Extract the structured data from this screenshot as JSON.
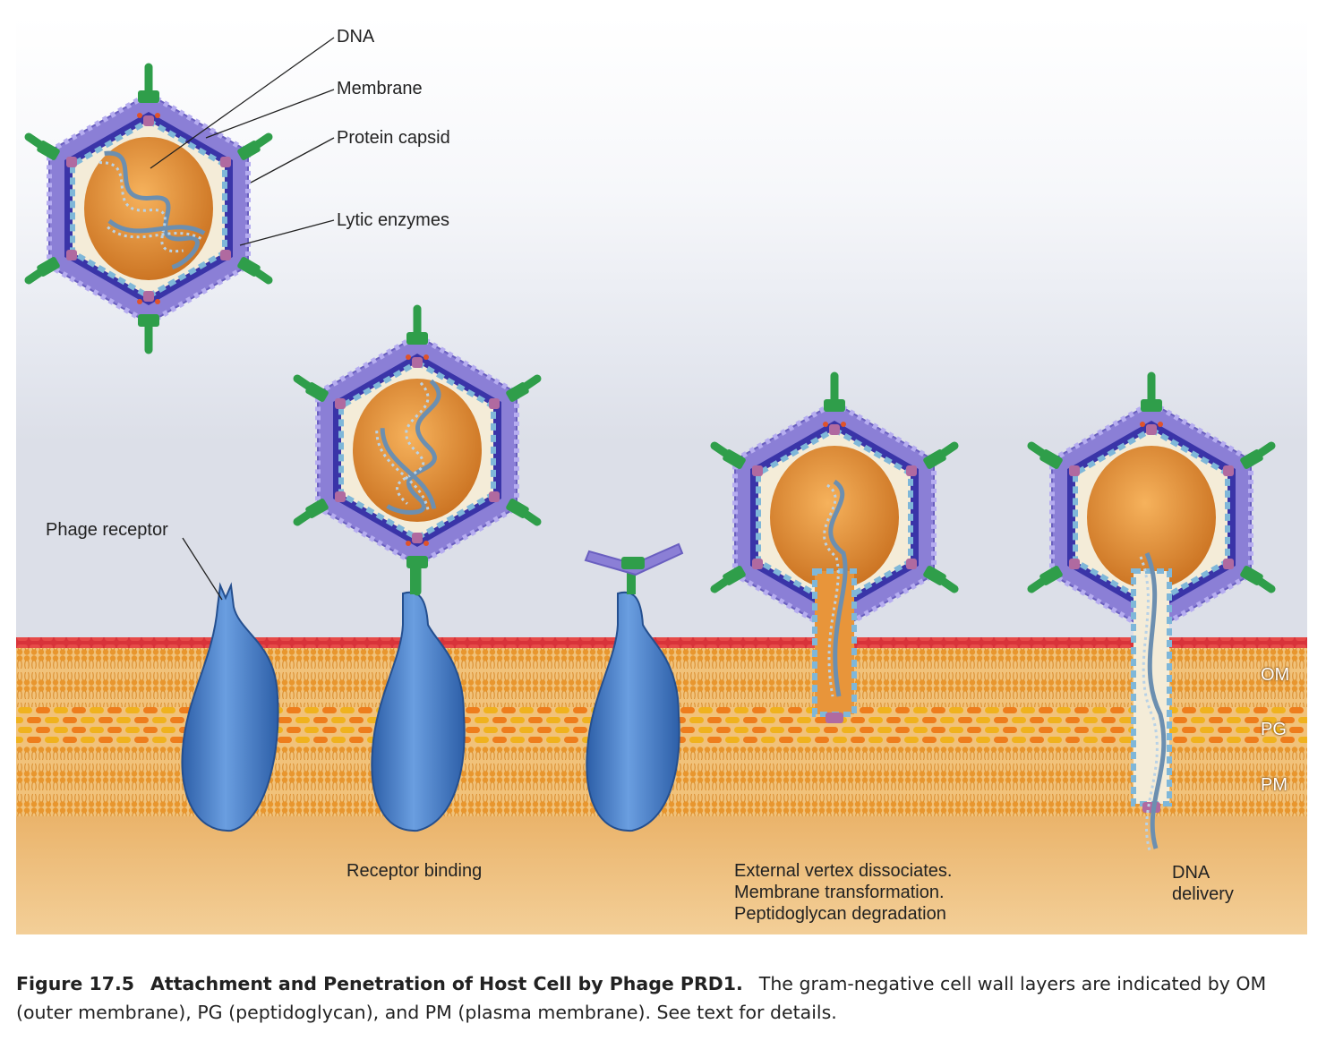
{
  "labels": {
    "dna": "DNA",
    "membrane": "Membrane",
    "protein_capsid": "Protein capsid",
    "lytic_enzymes": "Lytic enzymes",
    "phage_receptor": "Phage receptor",
    "receptor_binding": "Receptor binding",
    "stage3_line1": "External vertex dissociates.",
    "stage3_line2": "Membrane transformation.",
    "stage3_line3": "Peptidoglycan degradation",
    "dna_delivery_line1": "DNA",
    "dna_delivery_line2": "delivery"
  },
  "layers": {
    "om": "OM",
    "pg": "PG",
    "pm": "PM"
  },
  "caption": {
    "figure_number": "Figure 17.5",
    "title": "Attachment and Penetration of Host Cell by Phage PRD1.",
    "text": "The gram-negative cell wall layers are indicated by OM (outer membrane), PG (peptidoglycan), and PM (plasma membrane). See text for details."
  },
  "colors": {
    "capsid": "#8b7fd6",
    "capsid_dark": "#3a34a8",
    "spike": "#2f9e4a",
    "interior": "#e8953a",
    "receptor": "#4a7ec8",
    "outer_membrane_red": "#d8333a",
    "lipid": "#e8a43c",
    "background_cell": "#eab873"
  }
}
